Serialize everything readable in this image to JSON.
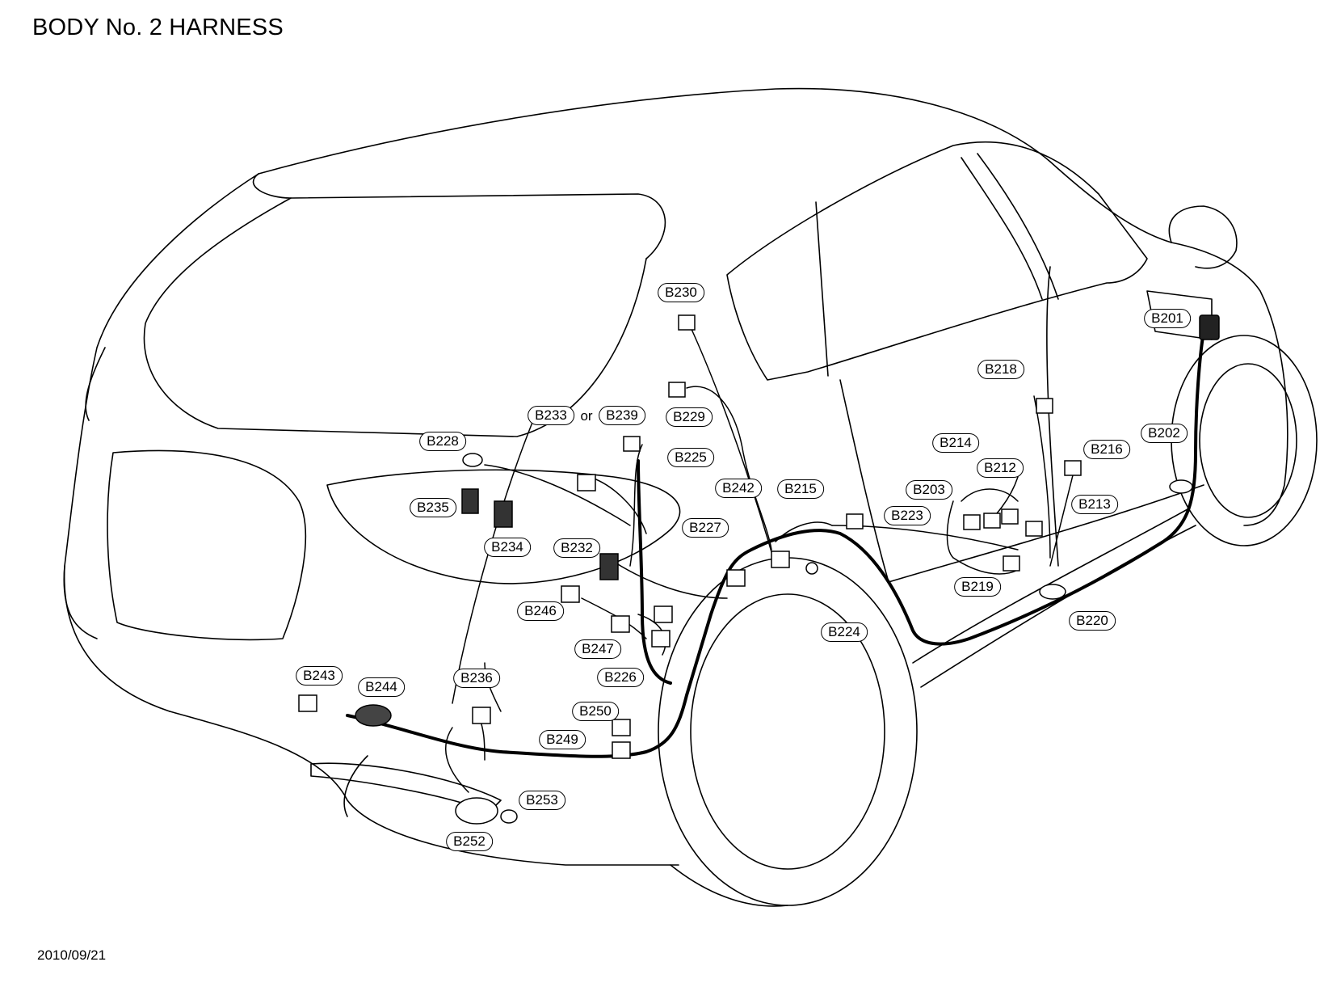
{
  "title": "BODY No. 2 HARNESS",
  "date": "2010/09/21",
  "or_text": "or",
  "colors": {
    "line": "#000000",
    "background": "#ffffff",
    "connector_fill": "#ffffff"
  },
  "labels": {
    "B201": "B201",
    "B202": "B202",
    "B203": "B203",
    "B212": "B212",
    "B213": "B213",
    "B214": "B214",
    "B215": "B215",
    "B216": "B216",
    "B218": "B218",
    "B219": "B219",
    "B220": "B220",
    "B223": "B223",
    "B224": "B224",
    "B225": "B225",
    "B226": "B226",
    "B227": "B227",
    "B228": "B228",
    "B229": "B229",
    "B230": "B230",
    "B232": "B232",
    "B233": "B233",
    "B234": "B234",
    "B235": "B235",
    "B236": "B236",
    "B239": "B239",
    "B242": "B242",
    "B243": "B243",
    "B244": "B244",
    "B246": "B246",
    "B247": "B247",
    "B249": "B249",
    "B250": "B250",
    "B252": "B252",
    "B253": "B253"
  }
}
